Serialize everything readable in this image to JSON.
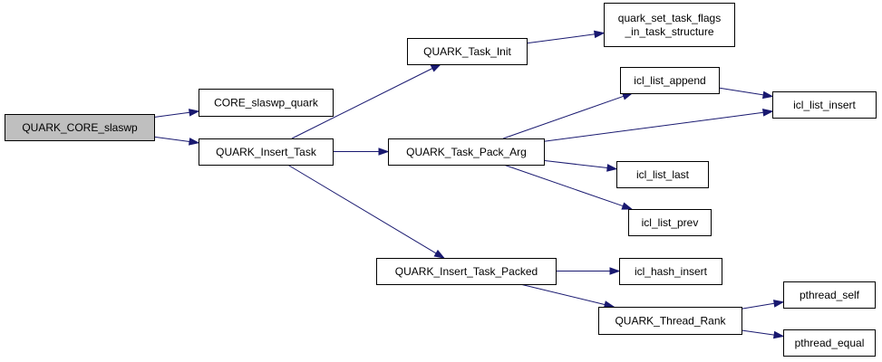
{
  "diagram": {
    "edge_color": "#191970",
    "root_fill": "#bfbfbf",
    "node_fill": "#ffffff",
    "nodes": [
      {
        "id": "quark_core_slaswp",
        "lines": [
          "QUARK_CORE_slaswp"
        ],
        "root": true
      },
      {
        "id": "core_slaswp_quark",
        "lines": [
          "CORE_slaswp_quark"
        ]
      },
      {
        "id": "quark_insert_task",
        "lines": [
          "QUARK_Insert_Task"
        ]
      },
      {
        "id": "quark_task_init",
        "lines": [
          "QUARK_Task_Init"
        ]
      },
      {
        "id": "quark_task_pack_arg",
        "lines": [
          "QUARK_Task_Pack_Arg"
        ]
      },
      {
        "id": "quark_insert_task_packed",
        "lines": [
          "QUARK_Insert_Task_Packed"
        ]
      },
      {
        "id": "quark_set_task_flags",
        "lines": [
          "quark_set_task_flags",
          "_in_task_structure"
        ]
      },
      {
        "id": "icl_list_append",
        "lines": [
          "icl_list_append"
        ]
      },
      {
        "id": "icl_list_insert",
        "lines": [
          "icl_list_insert"
        ]
      },
      {
        "id": "icl_list_last",
        "lines": [
          "icl_list_last"
        ]
      },
      {
        "id": "icl_list_prev",
        "lines": [
          "icl_list_prev"
        ]
      },
      {
        "id": "icl_hash_insert",
        "lines": [
          "icl_hash_insert"
        ]
      },
      {
        "id": "quark_thread_rank",
        "lines": [
          "QUARK_Thread_Rank"
        ]
      },
      {
        "id": "pthread_self",
        "lines": [
          "pthread_self"
        ]
      },
      {
        "id": "pthread_equal",
        "lines": [
          "pthread_equal"
        ]
      }
    ],
    "edges": [
      {
        "from": "quark_core_slaswp",
        "to": "core_slaswp_quark"
      },
      {
        "from": "quark_core_slaswp",
        "to": "quark_insert_task"
      },
      {
        "from": "quark_insert_task",
        "to": "quark_task_init"
      },
      {
        "from": "quark_insert_task",
        "to": "quark_task_pack_arg"
      },
      {
        "from": "quark_insert_task",
        "to": "quark_insert_task_packed"
      },
      {
        "from": "quark_task_init",
        "to": "quark_set_task_flags"
      },
      {
        "from": "quark_task_pack_arg",
        "to": "icl_list_append"
      },
      {
        "from": "quark_task_pack_arg",
        "to": "icl_list_insert"
      },
      {
        "from": "quark_task_pack_arg",
        "to": "icl_list_last"
      },
      {
        "from": "quark_task_pack_arg",
        "to": "icl_list_prev"
      },
      {
        "from": "icl_list_append",
        "to": "icl_list_insert"
      },
      {
        "from": "quark_insert_task_packed",
        "to": "icl_hash_insert"
      },
      {
        "from": "quark_insert_task_packed",
        "to": "quark_thread_rank"
      },
      {
        "from": "quark_thread_rank",
        "to": "pthread_self"
      },
      {
        "from": "quark_thread_rank",
        "to": "pthread_equal"
      }
    ]
  }
}
